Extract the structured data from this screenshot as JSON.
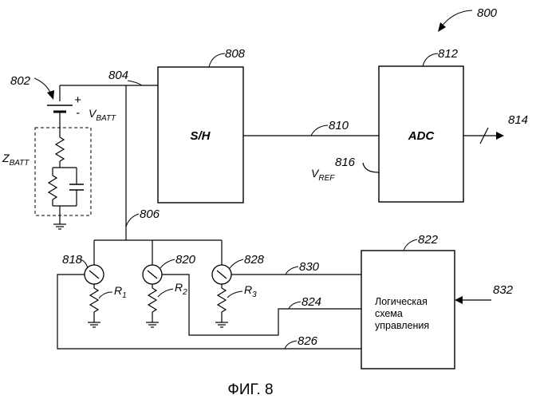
{
  "figure": {
    "ref_number": "800",
    "caption": "ФИГ. 8"
  },
  "blocks": {
    "sample_hold": {
      "label": "S/H",
      "ref": "808"
    },
    "adc": {
      "label": "ADC",
      "ref": "812"
    },
    "control_logic": {
      "label_lines": [
        "Логическая",
        "схема",
        "управления"
      ],
      "ref": "822"
    }
  },
  "battery": {
    "ref": "802",
    "plus": "+",
    "minus": "-",
    "voltage_label": "V",
    "voltage_sub": "BATT",
    "impedance_label": "Z",
    "impedance_sub": "BATT"
  },
  "reference": {
    "label": "V",
    "sub": "REF",
    "ref": "816"
  },
  "nodes": {
    "batt_line": "804",
    "sh_to_adc": "810",
    "adc_out": "814",
    "ground_bus": "806",
    "ctl_line_1": "830",
    "ctl_line_2": "824",
    "ctl_line_3": "826",
    "ctl_input": "832"
  },
  "switches": [
    {
      "ref": "818",
      "resistor": "R",
      "resistor_sub": "1"
    },
    {
      "ref": "820",
      "resistor": "R",
      "resistor_sub": "2"
    },
    {
      "ref": "828",
      "resistor": "R",
      "resistor_sub": "3"
    }
  ]
}
